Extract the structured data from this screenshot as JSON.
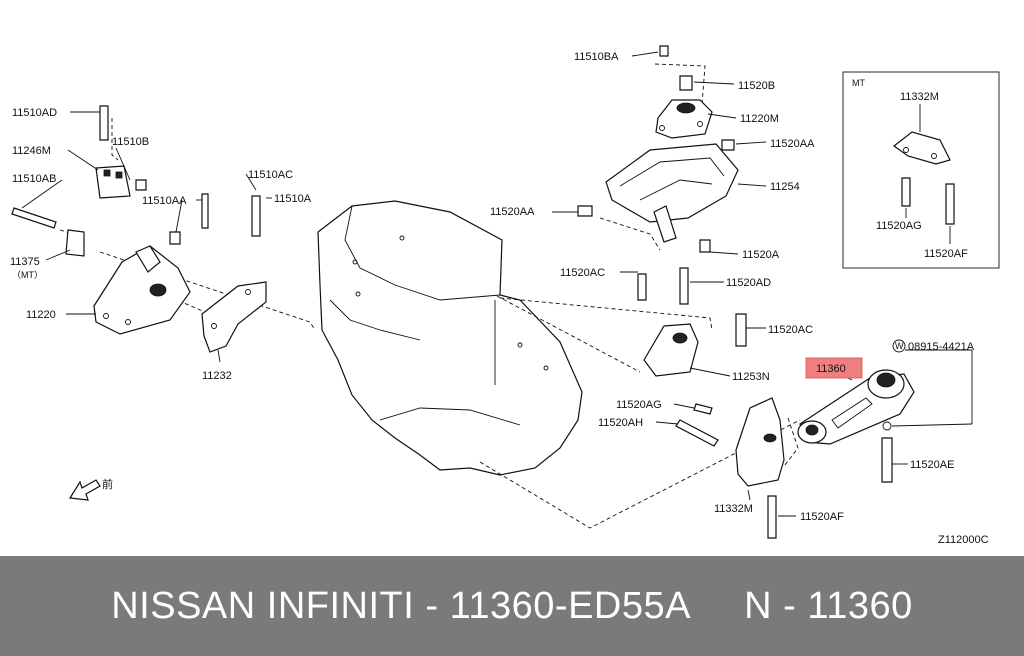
{
  "labels": {
    "p11510BA": "11510BA",
    "p11520B": "11520B",
    "p11220M": "11220M",
    "p11520AA_top": "11520AA",
    "p11254": "11254",
    "p11520AA_mid": "11520AA",
    "p11520A": "11520A",
    "p11520AC_a": "11520AC",
    "p11520AD": "11520AD",
    "p11520AC_b": "11520AC",
    "p11253N": "11253N",
    "p11510AD": "11510AD",
    "p11246M": "11246M",
    "p11510B": "11510B",
    "p11510AB": "11510AB",
    "p11510AA": "11510AA",
    "p11510AC": "11510AC",
    "p11510A": "11510A",
    "p11375": "11375",
    "p11375_note": "（MT）",
    "p11220": "11220",
    "p11232": "11232",
    "mt_box_title": "MT",
    "p11332M_box": "11332M",
    "p11520AG_box": "11520AG",
    "p11520AF_box": "11520AF",
    "p11360": "11360",
    "washer_w": "W",
    "p08915": "08915-4421A",
    "p11520AG": "11520AG",
    "p11520AH": "11520AH",
    "p11520AE": "11520AE",
    "p11332M": "11332M",
    "p11520AF": "11520AF",
    "front_mark": "前",
    "diagram_code": "Z112000C"
  },
  "colors": {
    "highlight": "#f08080",
    "footer_bg": "#7a7a7a",
    "footer_text": "#ffffff"
  },
  "footer": {
    "text": "NISSAN INFINITI - 11360-ED55A     N - 11360"
  }
}
